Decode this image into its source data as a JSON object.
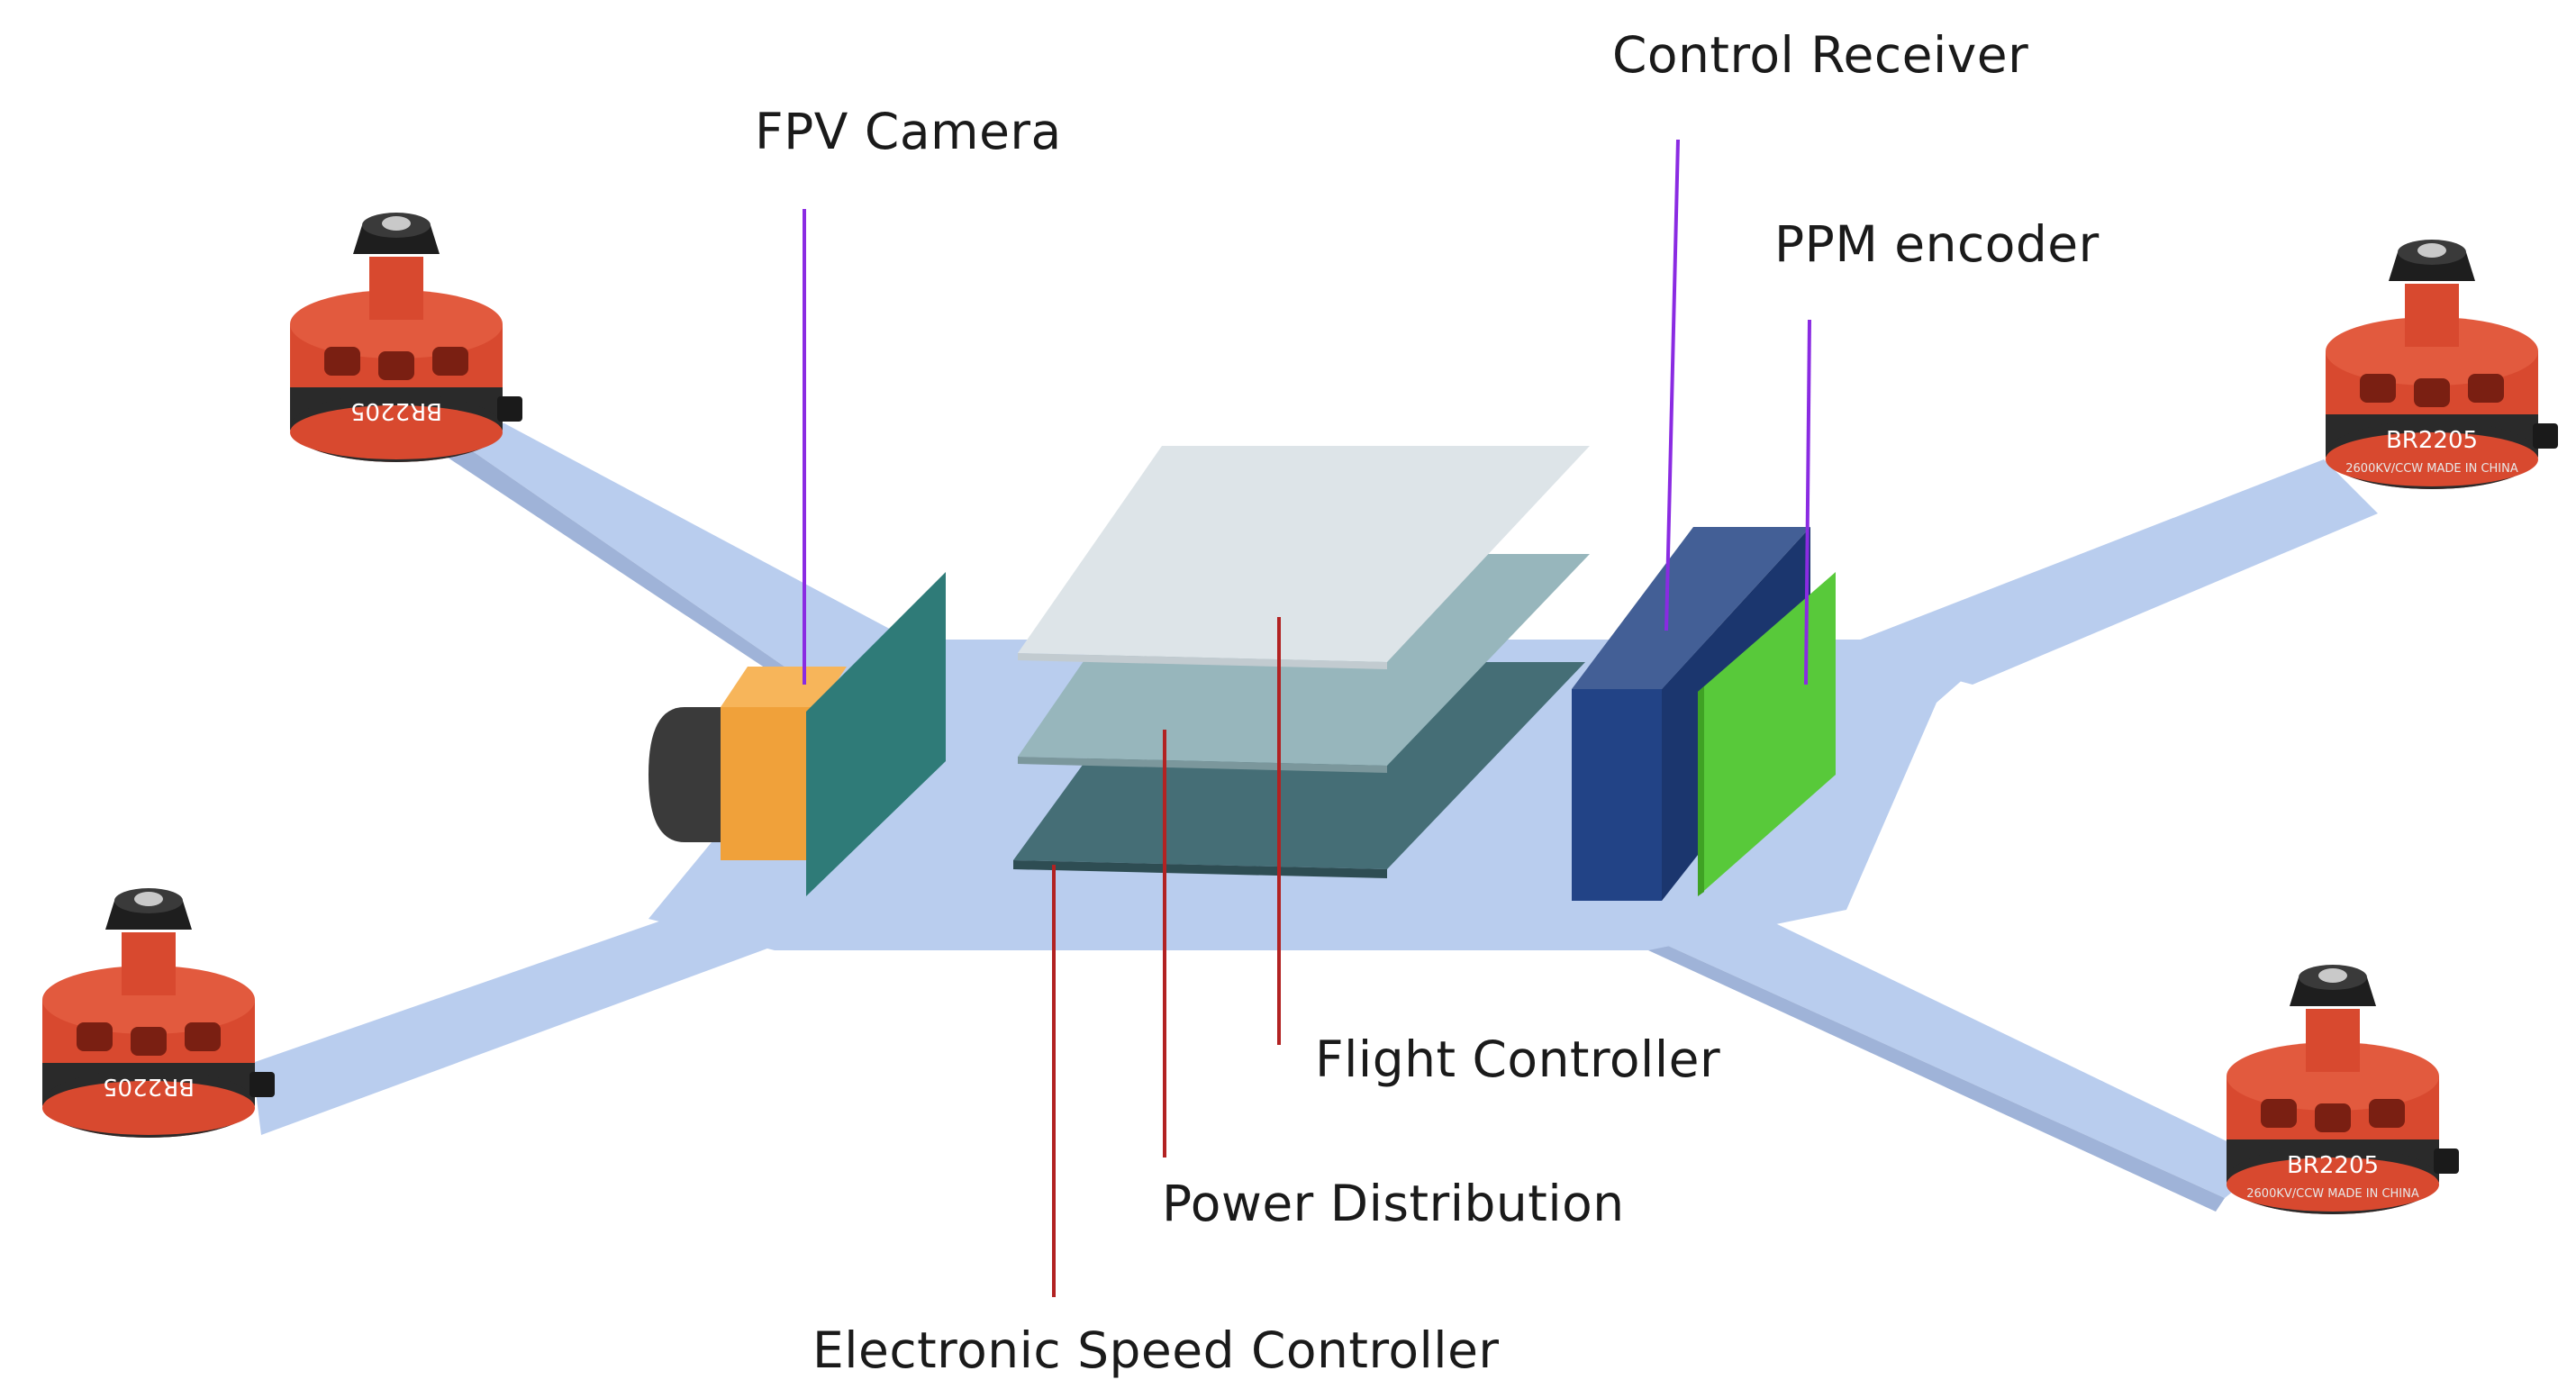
{
  "labels": {
    "fpv_camera": "FPV Camera",
    "control_receiver": "Control Receiver",
    "ppm_encoder": "PPM encoder",
    "flight_controller": "Flight Controller",
    "power_distribution": "Power Distribution",
    "esc": "Electronic Speed Controller"
  },
  "motor": {
    "model": "BR2205",
    "spec": "2600KV/CCW MADE IN CHINA"
  },
  "colors": {
    "frame": "#b9cdee",
    "frame_shadow": "#9fb3d8",
    "camera_body": "#f0a13a",
    "camera_lens": "#3a3a3a",
    "camera_plate": "#2f7b78",
    "flight_controller_board": "#dde4e8",
    "power_distribution_board": "#97b6bc",
    "esc_board": "#456e76",
    "receiver_front": "#224386",
    "receiver_side": "#1b366e",
    "receiver_top": "#435f96",
    "ppm_encoder": "#58c93a",
    "leader_purple": "#8a2be2",
    "leader_red": "#b22222",
    "motor_red": "#d8492f",
    "motor_dark": "#2a2a2a"
  }
}
